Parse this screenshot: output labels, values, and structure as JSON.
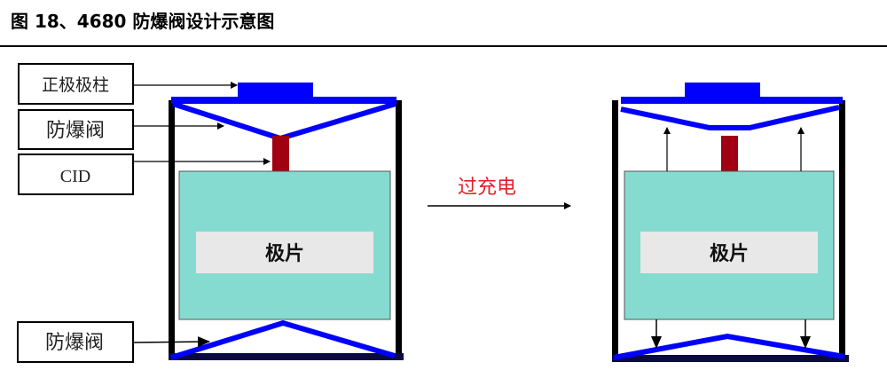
{
  "title": "图 18、4680 防爆阀设计示意图",
  "labels": {
    "positive_terminal": "正极极柱",
    "vent_top": "防爆阀",
    "cid": "CID",
    "vent_bottom": "防爆阀"
  },
  "plate_label": "极片",
  "transition_label": "过充电",
  "colors": {
    "vent": "#0000ff",
    "cid": "#a00012",
    "plate": "#86dbd0",
    "transition_text": "#e0202a"
  }
}
